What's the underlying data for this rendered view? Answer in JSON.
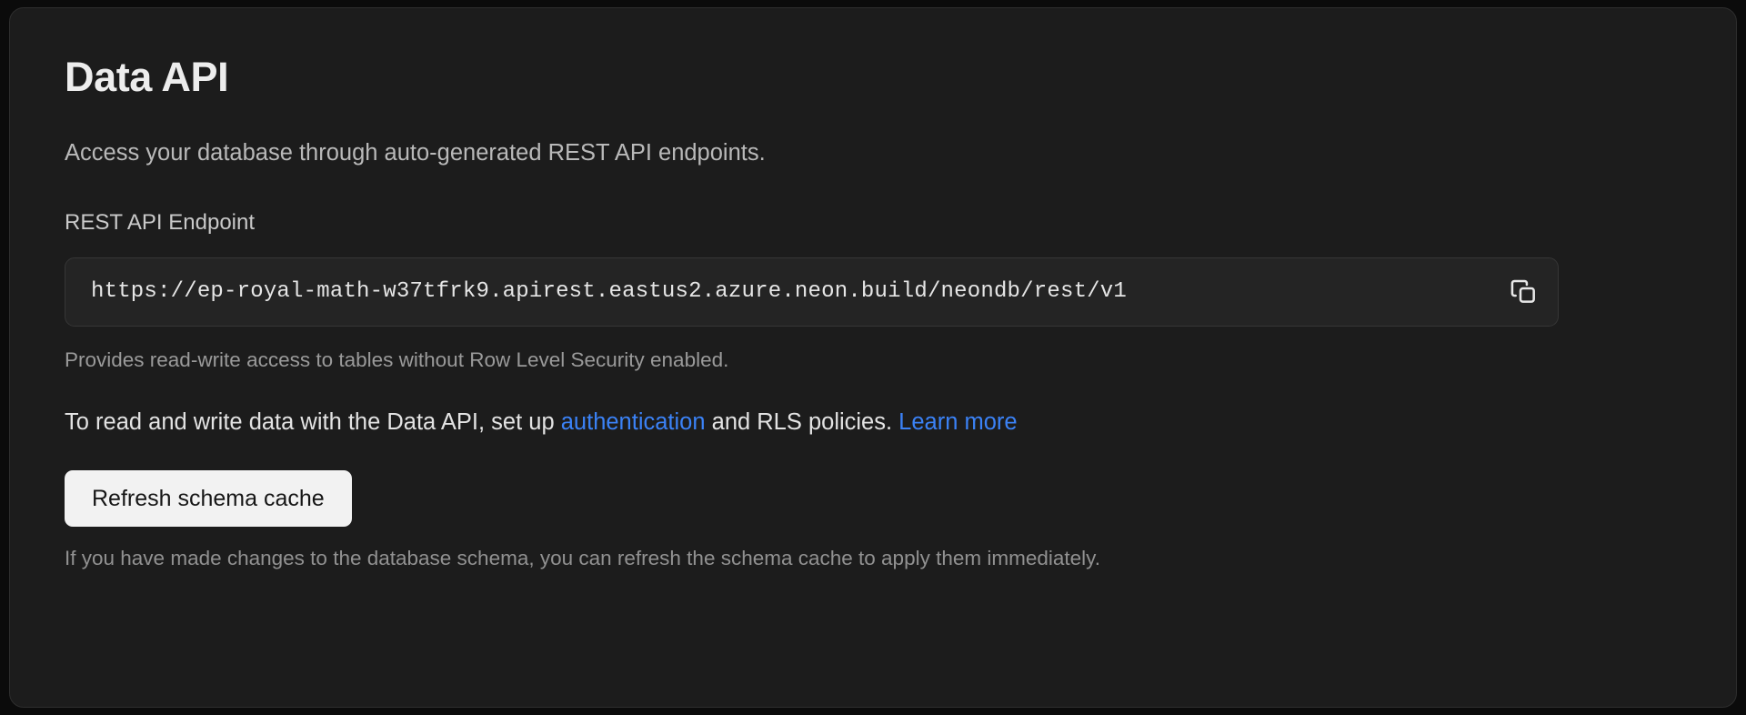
{
  "card": {
    "title": "Data API",
    "description": "Access your database through auto-generated REST API endpoints.",
    "endpoint_field": {
      "label": "REST API Endpoint",
      "value": "https://ep-royal-math-w37tfrk9.apirest.eastus2.azure.neon.build/neondb/rest/v1",
      "placeholder": "https://",
      "copy_icon": "copy-icon",
      "help_text": "Provides read-write access to tables without Row Level Security enabled."
    },
    "info": {
      "prefix": "To read and write data with the Data API, set up ",
      "link_auth": "authentication",
      "middle": " and RLS policies. ",
      "link_learn_more": "Learn more"
    },
    "refresh_button": {
      "label": "Refresh schema cache"
    },
    "footnote": "If you have made changes to the database schema, you can refresh the schema cache to apply them immediately."
  },
  "colors": {
    "page_background": "#0b0b0b",
    "card_background": "#1c1c1c",
    "card_border": "#2e2e2e",
    "input_background": "#242424",
    "input_border": "#363636",
    "link": "#3b82f6",
    "button_background": "#f2f2f2",
    "button_text": "#161616",
    "title_text": "#ededed",
    "muted_text": "#9a9a9a"
  }
}
